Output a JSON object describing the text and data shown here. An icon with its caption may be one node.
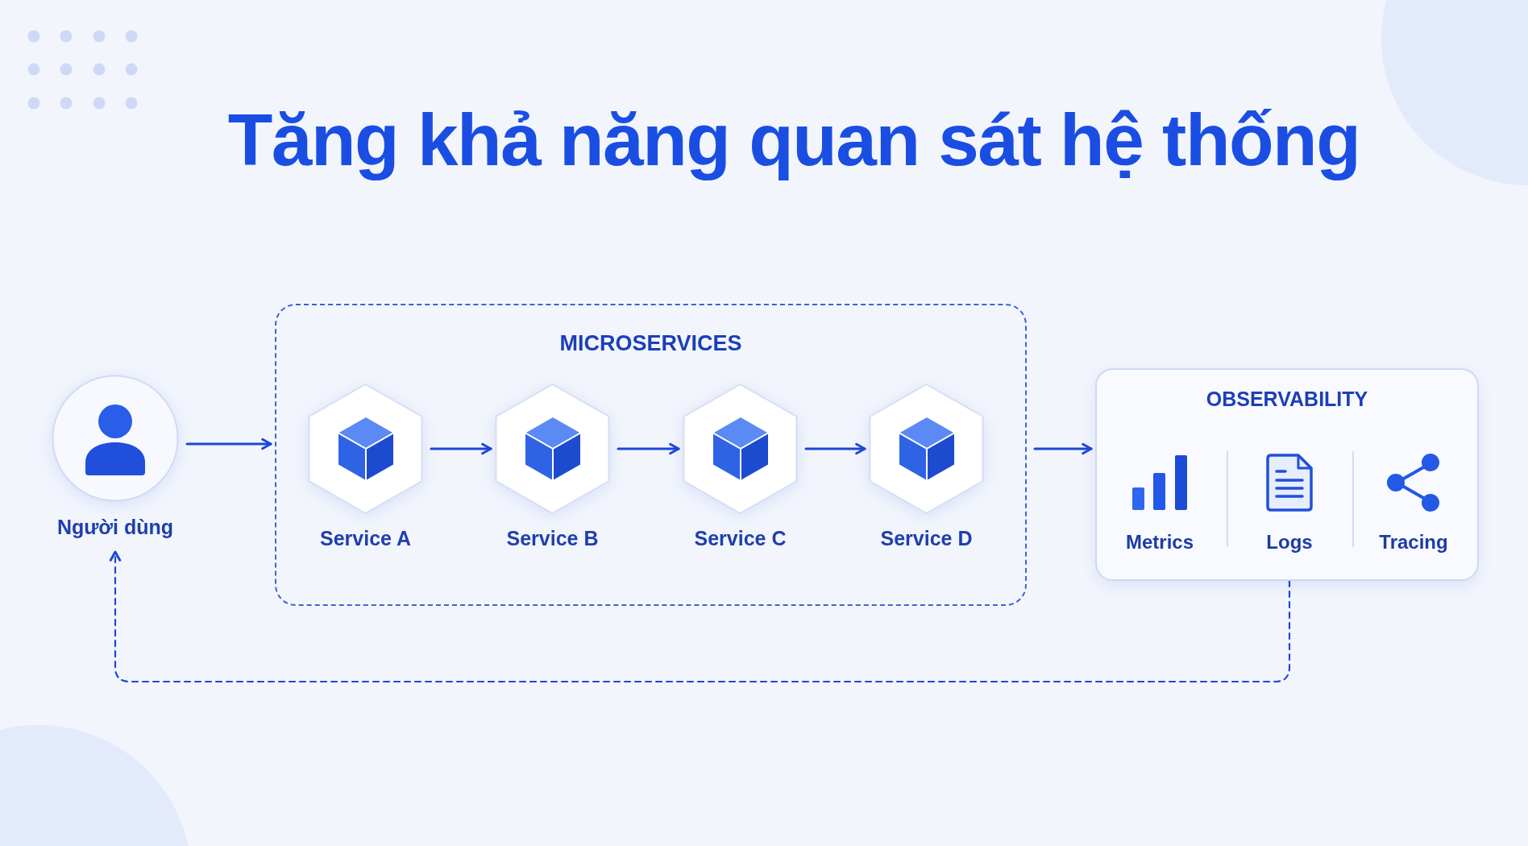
{
  "diagram": {
    "title": "Tăng khả năng quan sát hệ thống",
    "nodes": [
      {
        "text": [
          "Người dùng"
        ]
      },
      {
        "text": [
          "MICROSERVICES"
        ]
      },
      {
        "text": [
          "Service A"
        ],
        "in": 1
      },
      {
        "text": [
          "Service B"
        ],
        "in": 1
      },
      {
        "text": [
          "Service C"
        ],
        "in": 1
      },
      {
        "text": [
          "Service D"
        ],
        "in": 1
      },
      {
        "text": [
          "OBSERVABILITY"
        ]
      },
      {
        "text": [
          "Metrics"
        ],
        "in": 6
      },
      {
        "text": [
          "Logs"
        ],
        "in": 6
      },
      {
        "text": [
          "Tracing"
        ],
        "in": 6
      }
    ],
    "edges": [
      {
        "from": 0,
        "to": 1,
        "arrow": "to"
      },
      {
        "from": 2,
        "to": 3,
        "arrow": "to"
      },
      {
        "from": 3,
        "to": 4,
        "arrow": "to"
      },
      {
        "from": 4,
        "to": 5,
        "arrow": "to"
      },
      {
        "from": 1,
        "to": 6,
        "arrow": "to"
      },
      {
        "from": 6,
        "to": 0,
        "arrow": "to",
        "style": "dashed"
      }
    ]
  }
}
